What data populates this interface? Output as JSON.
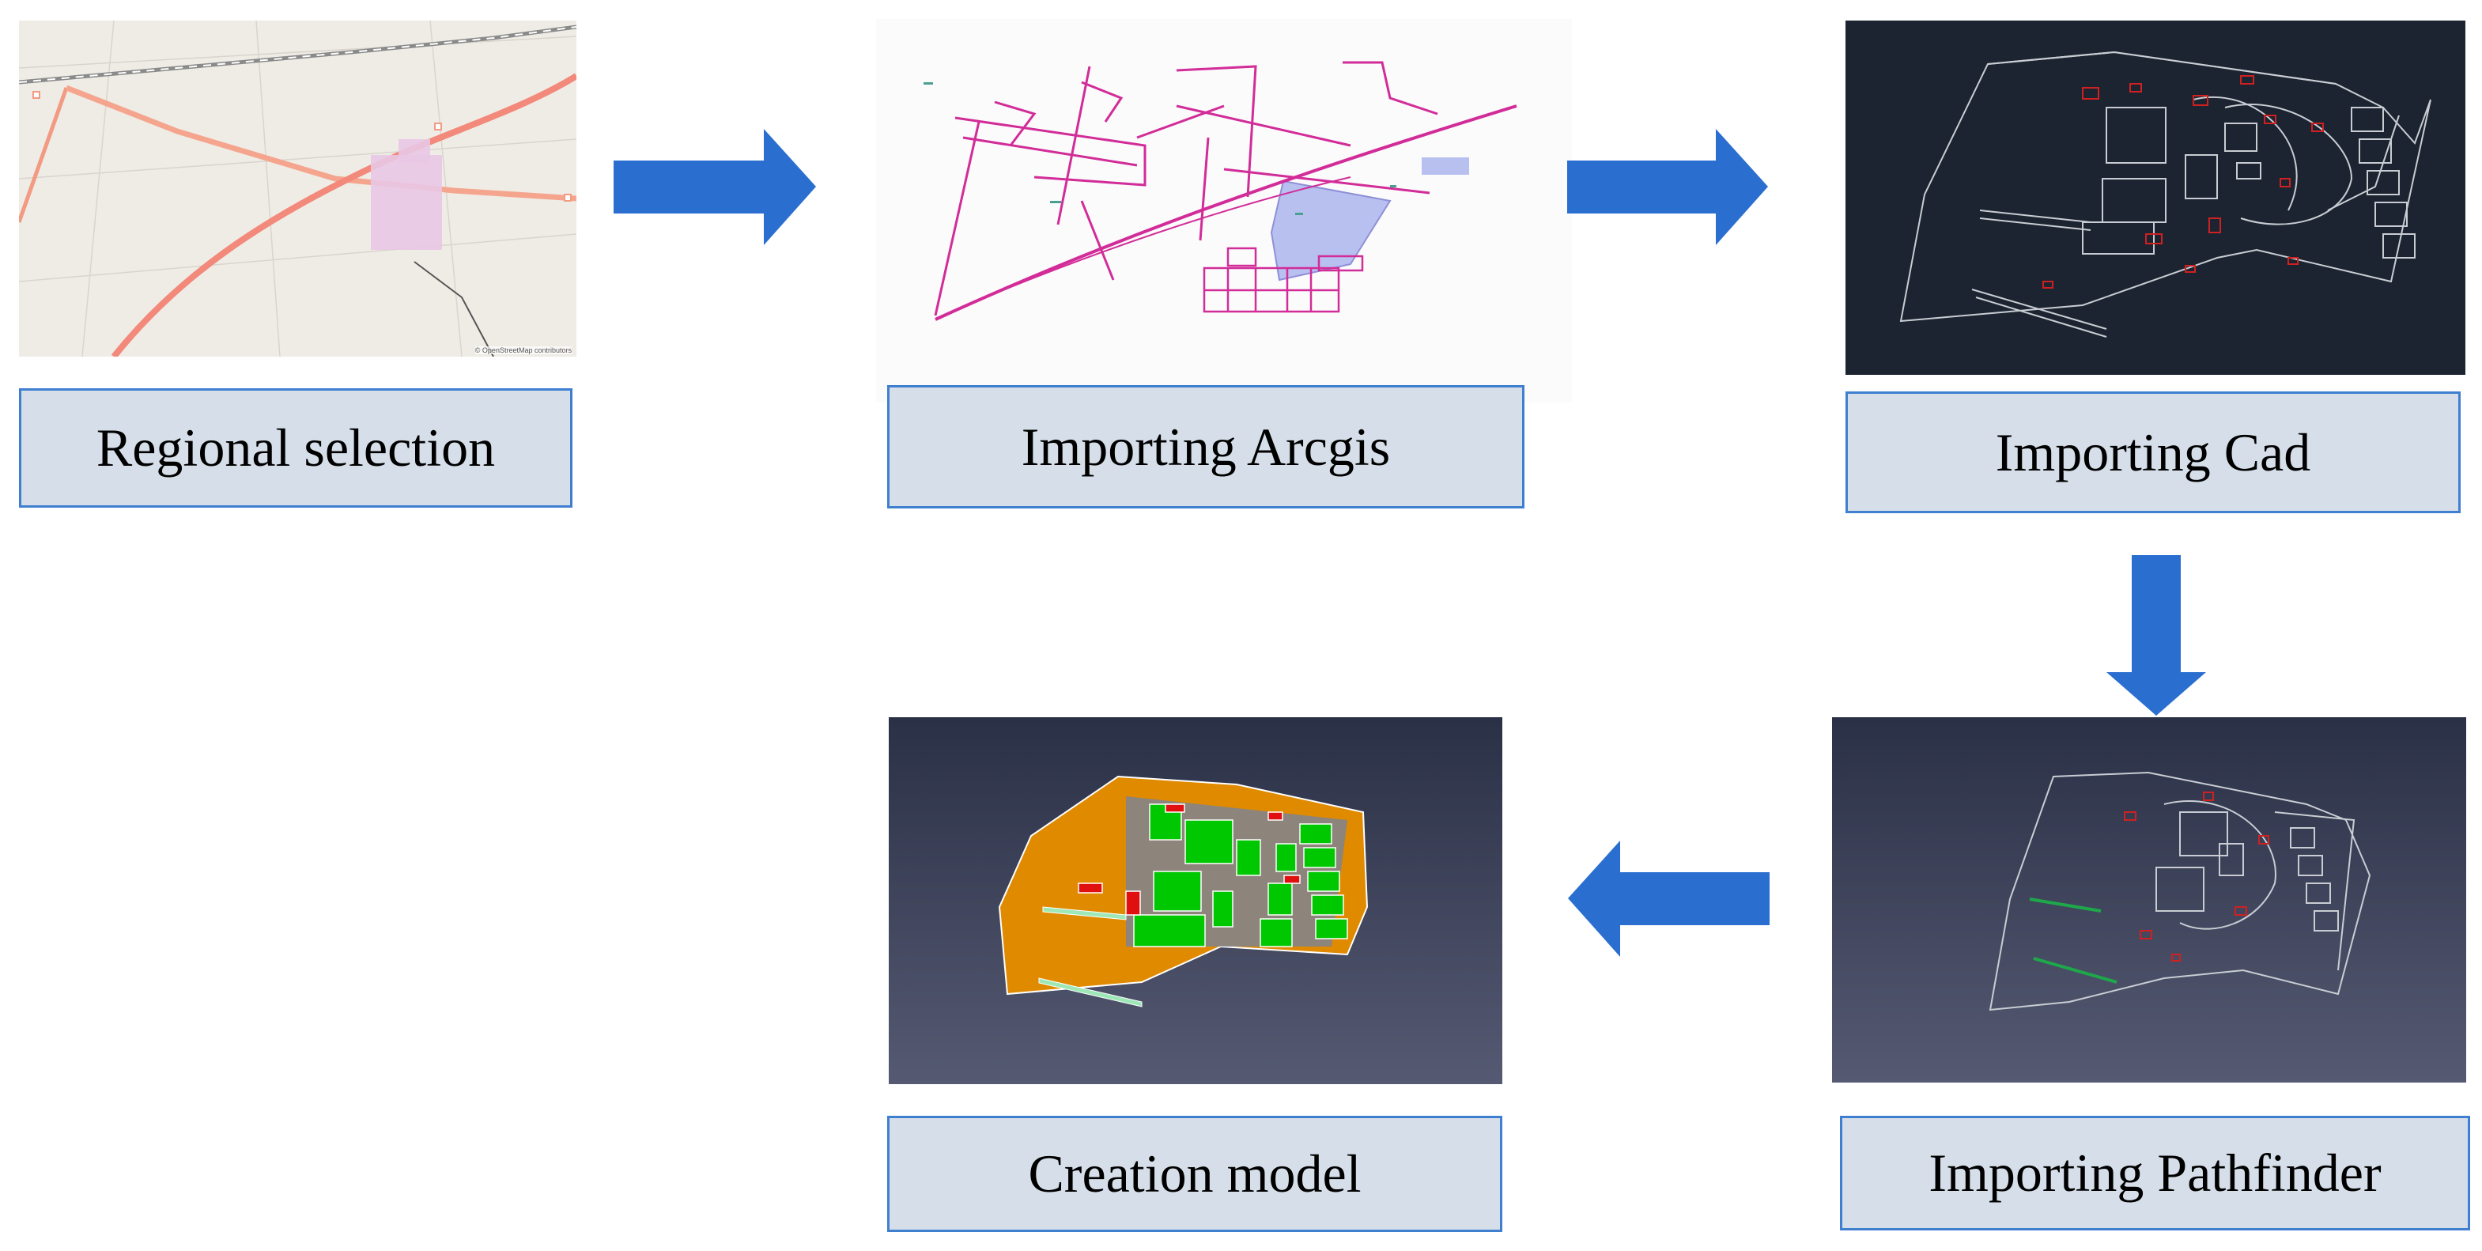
{
  "steps": {
    "regional": {
      "label": "Regional selection"
    },
    "arcgis": {
      "label": "Importing Arcgis"
    },
    "cad": {
      "label": "Importing Cad"
    },
    "pathfinder": {
      "label": "Importing Pathfinder"
    },
    "model": {
      "label": "Creation model"
    }
  },
  "map_attribution": "© OpenStreetMap contributors",
  "colors": {
    "arrow": "#2a6fd0",
    "label_fill": "#d6dfe9",
    "label_border": "#3f7fd0",
    "cad_background": "#1b2430",
    "pathfinder_background_top": "#2a3046",
    "pathfinder_background_bottom": "#555a72",
    "model_site": "#e08a00",
    "model_buildings": "#00c800"
  }
}
